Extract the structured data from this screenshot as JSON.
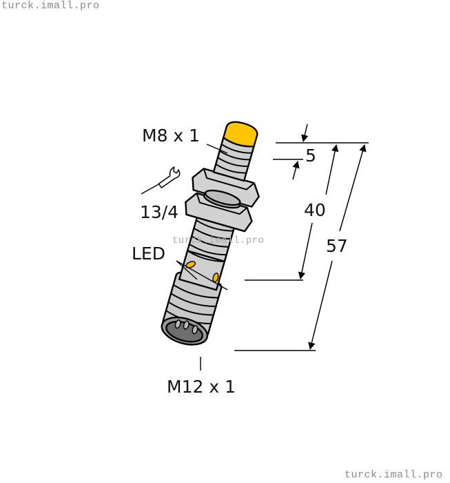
{
  "watermarks": {
    "top_left": "turck.imall.pro",
    "center": "turck.imall.pro",
    "bottom_right": "turck.imall.pro"
  },
  "labels": {
    "thread_front": "M8 x 1",
    "wrench_size": "13/4",
    "led": "LED",
    "connector_thread": "M12 x 1"
  },
  "dimensions": {
    "cap_length": "5",
    "thread_length": "40",
    "total_length": "57"
  },
  "icons": {
    "wrench": "wrench-icon"
  },
  "colors": {
    "sensor_cap": "#FFC600",
    "led": "#F5B800",
    "body": "#CFCFCF",
    "body_shadow": "#A8A8A8",
    "connector_face": "#6E6E6E",
    "outline": "#000000",
    "dimension_line": "#000000"
  }
}
